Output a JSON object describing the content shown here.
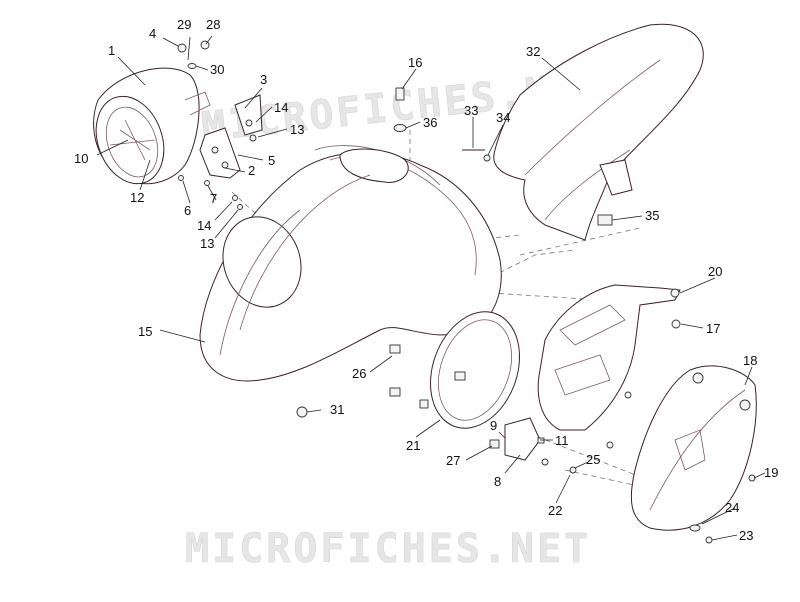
{
  "watermark": {
    "top_text": "MICROFICHES.NET",
    "bottom_text": "MICROFICHES.NET"
  },
  "callouts": [
    {
      "id": "1",
      "label": "1"
    },
    {
      "id": "2",
      "label": "2"
    },
    {
      "id": "3",
      "label": "3"
    },
    {
      "id": "4",
      "label": "4"
    },
    {
      "id": "5",
      "label": "5"
    },
    {
      "id": "6",
      "label": "6"
    },
    {
      "id": "7",
      "label": "7"
    },
    {
      "id": "8",
      "label": "8"
    },
    {
      "id": "9",
      "label": "9"
    },
    {
      "id": "10",
      "label": "10"
    },
    {
      "id": "11",
      "label": "11"
    },
    {
      "id": "12",
      "label": "12"
    },
    {
      "id": "13a",
      "label": "13"
    },
    {
      "id": "13b",
      "label": "13"
    },
    {
      "id": "14a",
      "label": "14"
    },
    {
      "id": "14b",
      "label": "14"
    },
    {
      "id": "15",
      "label": "15"
    },
    {
      "id": "16",
      "label": "16"
    },
    {
      "id": "17",
      "label": "17"
    },
    {
      "id": "18",
      "label": "18"
    },
    {
      "id": "19",
      "label": "19"
    },
    {
      "id": "20",
      "label": "20"
    },
    {
      "id": "21",
      "label": "21"
    },
    {
      "id": "22",
      "label": "22"
    },
    {
      "id": "23",
      "label": "23"
    },
    {
      "id": "24",
      "label": "24"
    },
    {
      "id": "25",
      "label": "25"
    },
    {
      "id": "26",
      "label": "26"
    },
    {
      "id": "27",
      "label": "27"
    },
    {
      "id": "28",
      "label": "28"
    },
    {
      "id": "29",
      "label": "29"
    },
    {
      "id": "30",
      "label": "30"
    },
    {
      "id": "31",
      "label": "31"
    },
    {
      "id": "32",
      "label": "32"
    },
    {
      "id": "33",
      "label": "33"
    },
    {
      "id": "34",
      "label": "34"
    },
    {
      "id": "35",
      "label": "35"
    },
    {
      "id": "36",
      "label": "36"
    }
  ]
}
